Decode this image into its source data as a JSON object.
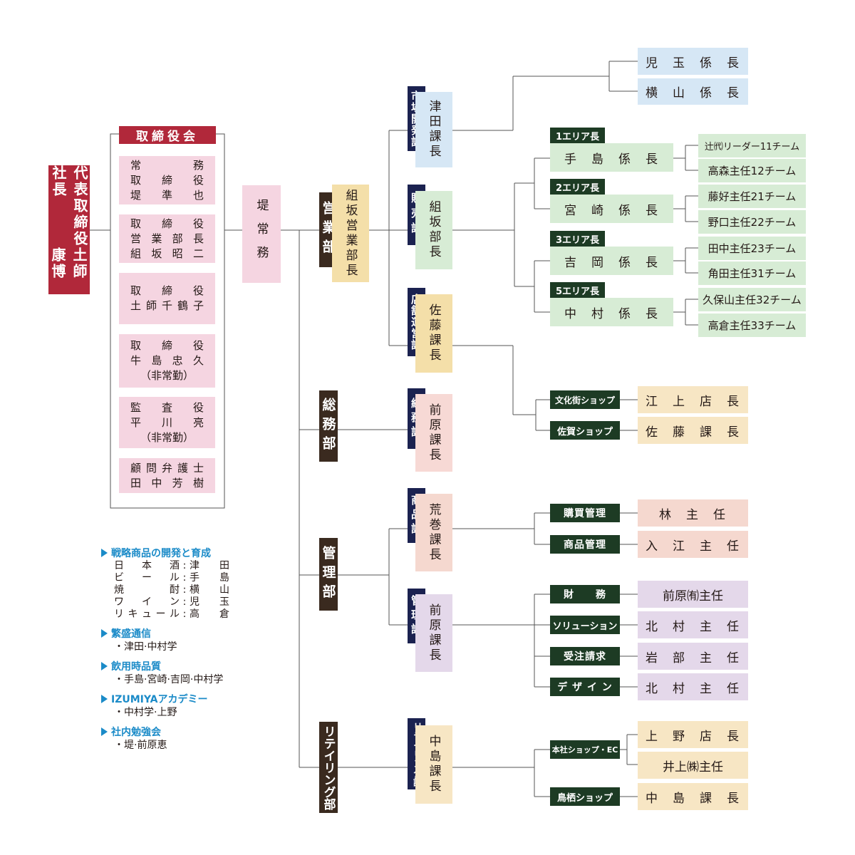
{
  "ceo": {
    "title": "代表取締役社長",
    "name": "土師康博"
  },
  "board": {
    "title": "取締役会",
    "members": [
      {
        "lines": [
          "常　　　務",
          "取　締　役",
          "堤　準　也"
        ]
      },
      {
        "lines": [
          "取　締　役",
          "営業部長",
          "組坂昭二"
        ]
      },
      {
        "lines": [
          "取　締　役",
          "土師千鶴子"
        ]
      },
      {
        "lines": [
          "取　締　役",
          "牛島忠久",
          "（非常勤）"
        ]
      },
      {
        "lines": [
          "監　査　役",
          "平　川　亮",
          "（非常勤）"
        ]
      },
      {
        "lines": [
          "顧問弁護士",
          "田中芳樹"
        ]
      }
    ]
  },
  "managing_director": "堤常務",
  "depts": {
    "sales": {
      "name": "営業部",
      "head": "組坂営業部長"
    },
    "general": {
      "name": "総務部"
    },
    "admin": {
      "name": "管理部"
    },
    "retail": {
      "name": "リテイリング部"
    }
  },
  "sections": {
    "market_dev": {
      "name": "市場開発課",
      "head": "津田課長"
    },
    "hanbai": {
      "name": "販売課",
      "head": "組坂部長"
    },
    "store_ops": {
      "name": "店舗運営課",
      "head": "佐藤課長"
    },
    "soumu": {
      "name": "総務課",
      "head": "前原課長"
    },
    "shohin": {
      "name": "商品課",
      "head": "荒巻課長"
    },
    "kanri": {
      "name": "管理課",
      "head": "前原課長"
    },
    "retailing": {
      "name": "リテイリング課",
      "head": "中島課長"
    }
  },
  "market_dev_staff": [
    "児　玉　係　長",
    "横　山　係　長"
  ],
  "areas": [
    {
      "label": "1エリア長",
      "chief": "手　島　係　長",
      "teams": [
        "辻㈹リーダー11チーム",
        "高森主任12チーム"
      ]
    },
    {
      "label": "2エリア長",
      "chief": "宮　崎　係　長",
      "teams": [
        "藤好主任21チーム",
        "野口主任22チーム"
      ]
    },
    {
      "label": "3エリア長",
      "chief": "吉　岡　係　長",
      "teams": [
        "田中主任23チーム",
        "角田主任31チーム"
      ]
    },
    {
      "label": "5エリア長",
      "chief": "中　村　係　長",
      "teams": [
        "久保山主任32チーム",
        "高倉主任33チーム"
      ]
    }
  ],
  "shops": [
    {
      "name": "文化街ショップ",
      "mgr": "江　上　店　長"
    },
    {
      "name": "佐賀ショップ",
      "mgr": "佐　藤　課　長"
    }
  ],
  "shohin_units": [
    {
      "name": "購買管理",
      "mgr": "林　主　任"
    },
    {
      "name": "商品管理",
      "mgr": "入　江　主　任"
    }
  ],
  "kanri_units": [
    {
      "name": "財　　務",
      "mgr": "前原㈲主任"
    },
    {
      "name": "ソリューション",
      "mgr": "北　村　主　任"
    },
    {
      "name": "受注請求",
      "mgr": "岩　部　主　任"
    },
    {
      "name": "デ ザ イ ン",
      "mgr": "北　村　主　任"
    }
  ],
  "retail_units": {
    "honsha": {
      "name": "本社ショップ・EC",
      "mgrs": [
        "上　野　店　長",
        "井上㈱主任"
      ]
    },
    "tosu": {
      "name": "鳥栖ショップ",
      "mgr": "中　島　課　長"
    }
  },
  "legend": [
    {
      "title": "戦略商品の開発と育成",
      "pairs": [
        [
          "日本酒",
          "津田"
        ],
        [
          "ビール",
          "手島"
        ],
        [
          "焼酎",
          "横山"
        ],
        [
          "ワイン",
          "児玉"
        ],
        [
          "リキュール",
          "高倉"
        ]
      ]
    },
    {
      "title": "繁盛通信",
      "items": [
        "・津田·中村学"
      ]
    },
    {
      "title": "飲用時品質",
      "items": [
        "・手島·宮崎·吉岡·中村学"
      ]
    },
    {
      "title": "IZUMIYAアカデミー",
      "items": [
        "・中村学·上野"
      ]
    },
    {
      "title": "社内勉強会",
      "items": [
        "・堤·前原恵"
      ]
    }
  ]
}
